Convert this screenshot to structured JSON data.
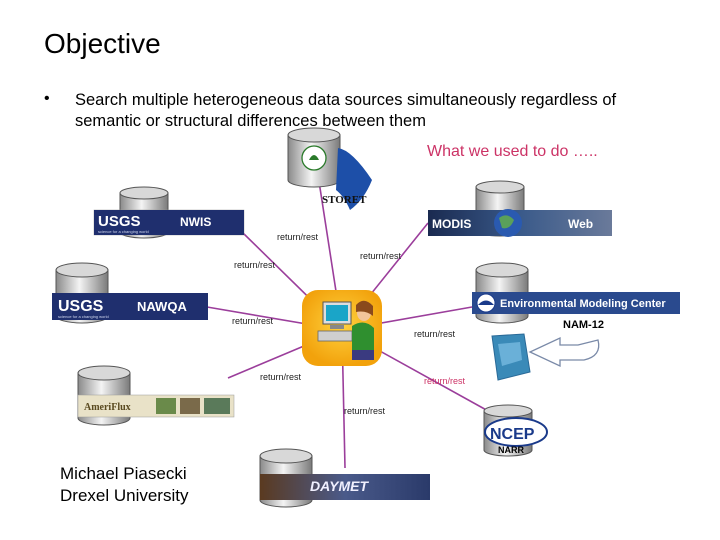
{
  "slide": {
    "title": "Objective",
    "bullet_marker": "•",
    "bullet_text": "Search multiple heterogeneous data sources simultaneously regardless of semantic or structural differences between them",
    "tagline": "What we used to do …..",
    "author_name": "Michael Piasecki",
    "author_affiliation": "Drexel University"
  },
  "sources": {
    "nwis": "NWIS",
    "nawqa": "NAWQA",
    "nam12": "NAM-12",
    "narr": "NARR",
    "usgs_logo": "USGS",
    "usgs_tagline": "science for a changing world",
    "modis_logo": "MODIS",
    "modis_web": "Web",
    "emc_banner": "Environmental Modeling Center",
    "ncep_logo": "NCEP",
    "storet_logo": "STORET",
    "ameriflux_logo": "AmeriFlux",
    "daymet_logo": "DAYMET"
  },
  "edge_label": "return/rest",
  "colors": {
    "connector": "#9b3e9b",
    "tagline": "#cc3366",
    "usgs_blue": "#1f2f6e",
    "emc_blue": "#2a4a8e"
  }
}
